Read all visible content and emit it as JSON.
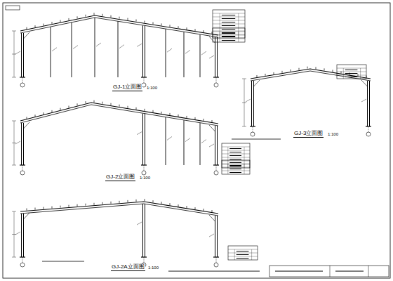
{
  "diagram": {
    "labels": [
      "GJ-1立面图",
      "1:100",
      "GJ-2立面图",
      "1:100",
      "GJ-2A立面图",
      "1:100",
      "GJ-3立面图",
      "1:100"
    ]
  }
}
